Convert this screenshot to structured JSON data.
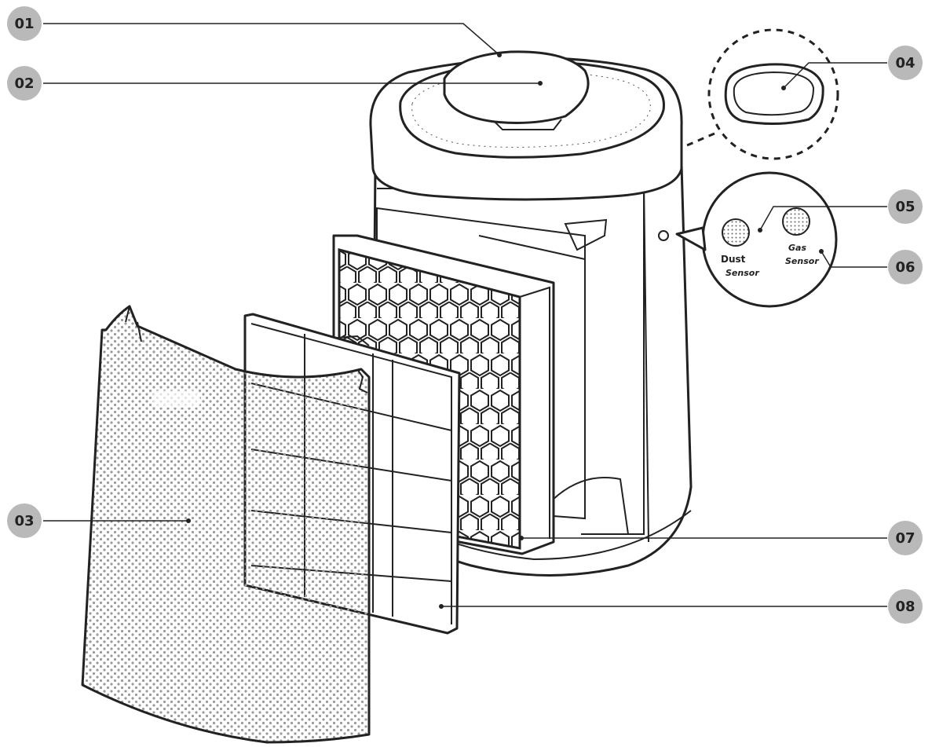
{
  "callouts": [
    {
      "id": "01"
    },
    {
      "id": "02"
    },
    {
      "id": "03"
    },
    {
      "id": "04"
    },
    {
      "id": "05"
    },
    {
      "id": "06"
    },
    {
      "id": "07"
    },
    {
      "id": "08"
    }
  ],
  "sensors": {
    "dust": {
      "line1": "Dust",
      "line2": "Sensor"
    },
    "gas": {
      "line1": "Gas",
      "line2": "Sensor"
    }
  },
  "colors": {
    "badge": "#b9b9b9",
    "ink": "#222222",
    "background": "#ffffff"
  }
}
